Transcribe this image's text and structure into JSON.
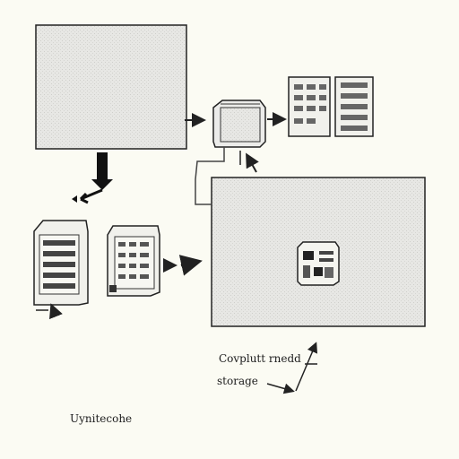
{
  "labels": {
    "label1": "Covplutt rnedd",
    "label2": "storage",
    "label3": "Uynitecohe"
  }
}
